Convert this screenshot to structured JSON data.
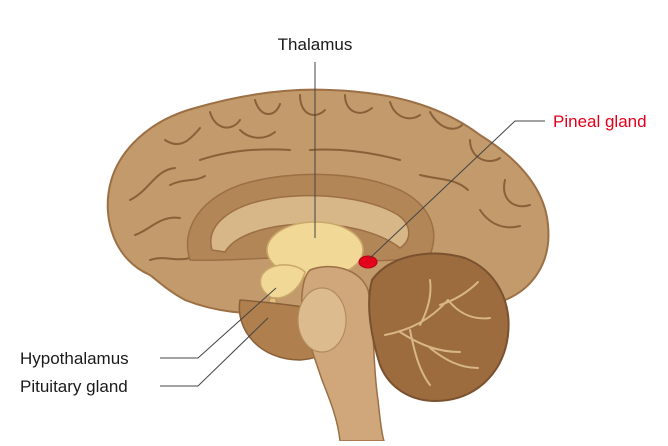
{
  "labels": {
    "thalamus": "Thalamus",
    "pineal": "Pineal gland",
    "hypothalamus": "Hypothalamus",
    "pituitary": "Pituitary gland"
  },
  "colors": {
    "cortex": "#C29A6C",
    "cortex_dark": "#9C6F44",
    "sulcus": "#8A6039",
    "inner": "#B38658",
    "corpus": "#D7B687",
    "thalamus": "#F1D896",
    "brainstem": "#CFA77A",
    "cerebellum": "#9C6B3E",
    "pineal": "#E3001B",
    "leader": "#444444",
    "text": "#1a1a1a",
    "highlight_text": "#E3001B"
  }
}
